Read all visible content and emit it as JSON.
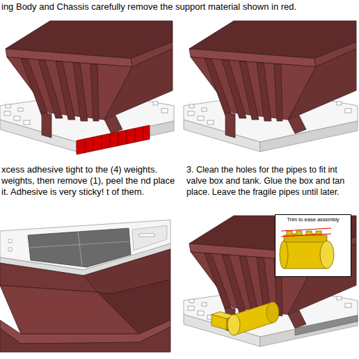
{
  "diagram": {
    "nodes": [
      {
        "text": [
          "Trim to ease assembly"
        ]
      }
    ],
    "labels": [
      "ing Body and Chassis carefully remove the support material shown in red.",
      "xcess adhesive tight to the (4) weights. weights, then remove (1), peel the nd place it. Adhesive is very sticky! t of them.",
      "3. Clean the holes for the pipes to fit int valve box and tank. Glue the box and tan place. Leave the fragile pipes until later."
    ]
  }
}
